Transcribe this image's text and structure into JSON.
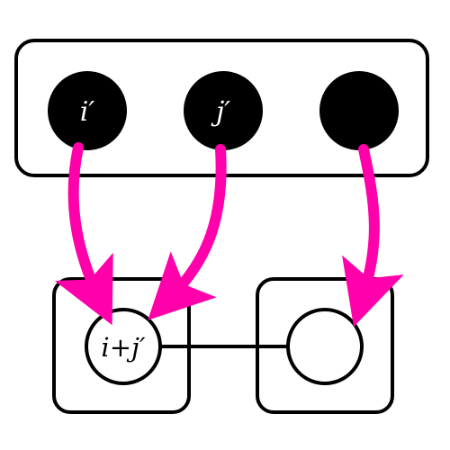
{
  "colors": {
    "arrow": "#ff00aa",
    "stroke": "#000000",
    "node_fill_dark": "#000000",
    "node_fill_light": "#ffffff",
    "label_on_dark": "#ffffff",
    "label_on_light": "#000000"
  },
  "top_group": {
    "nodes": [
      {
        "label": "i′"
      },
      {
        "label": "j′"
      },
      {
        "label": ""
      }
    ]
  },
  "bottom_group": {
    "left_node_label": "i+j′",
    "right_node_label": ""
  }
}
